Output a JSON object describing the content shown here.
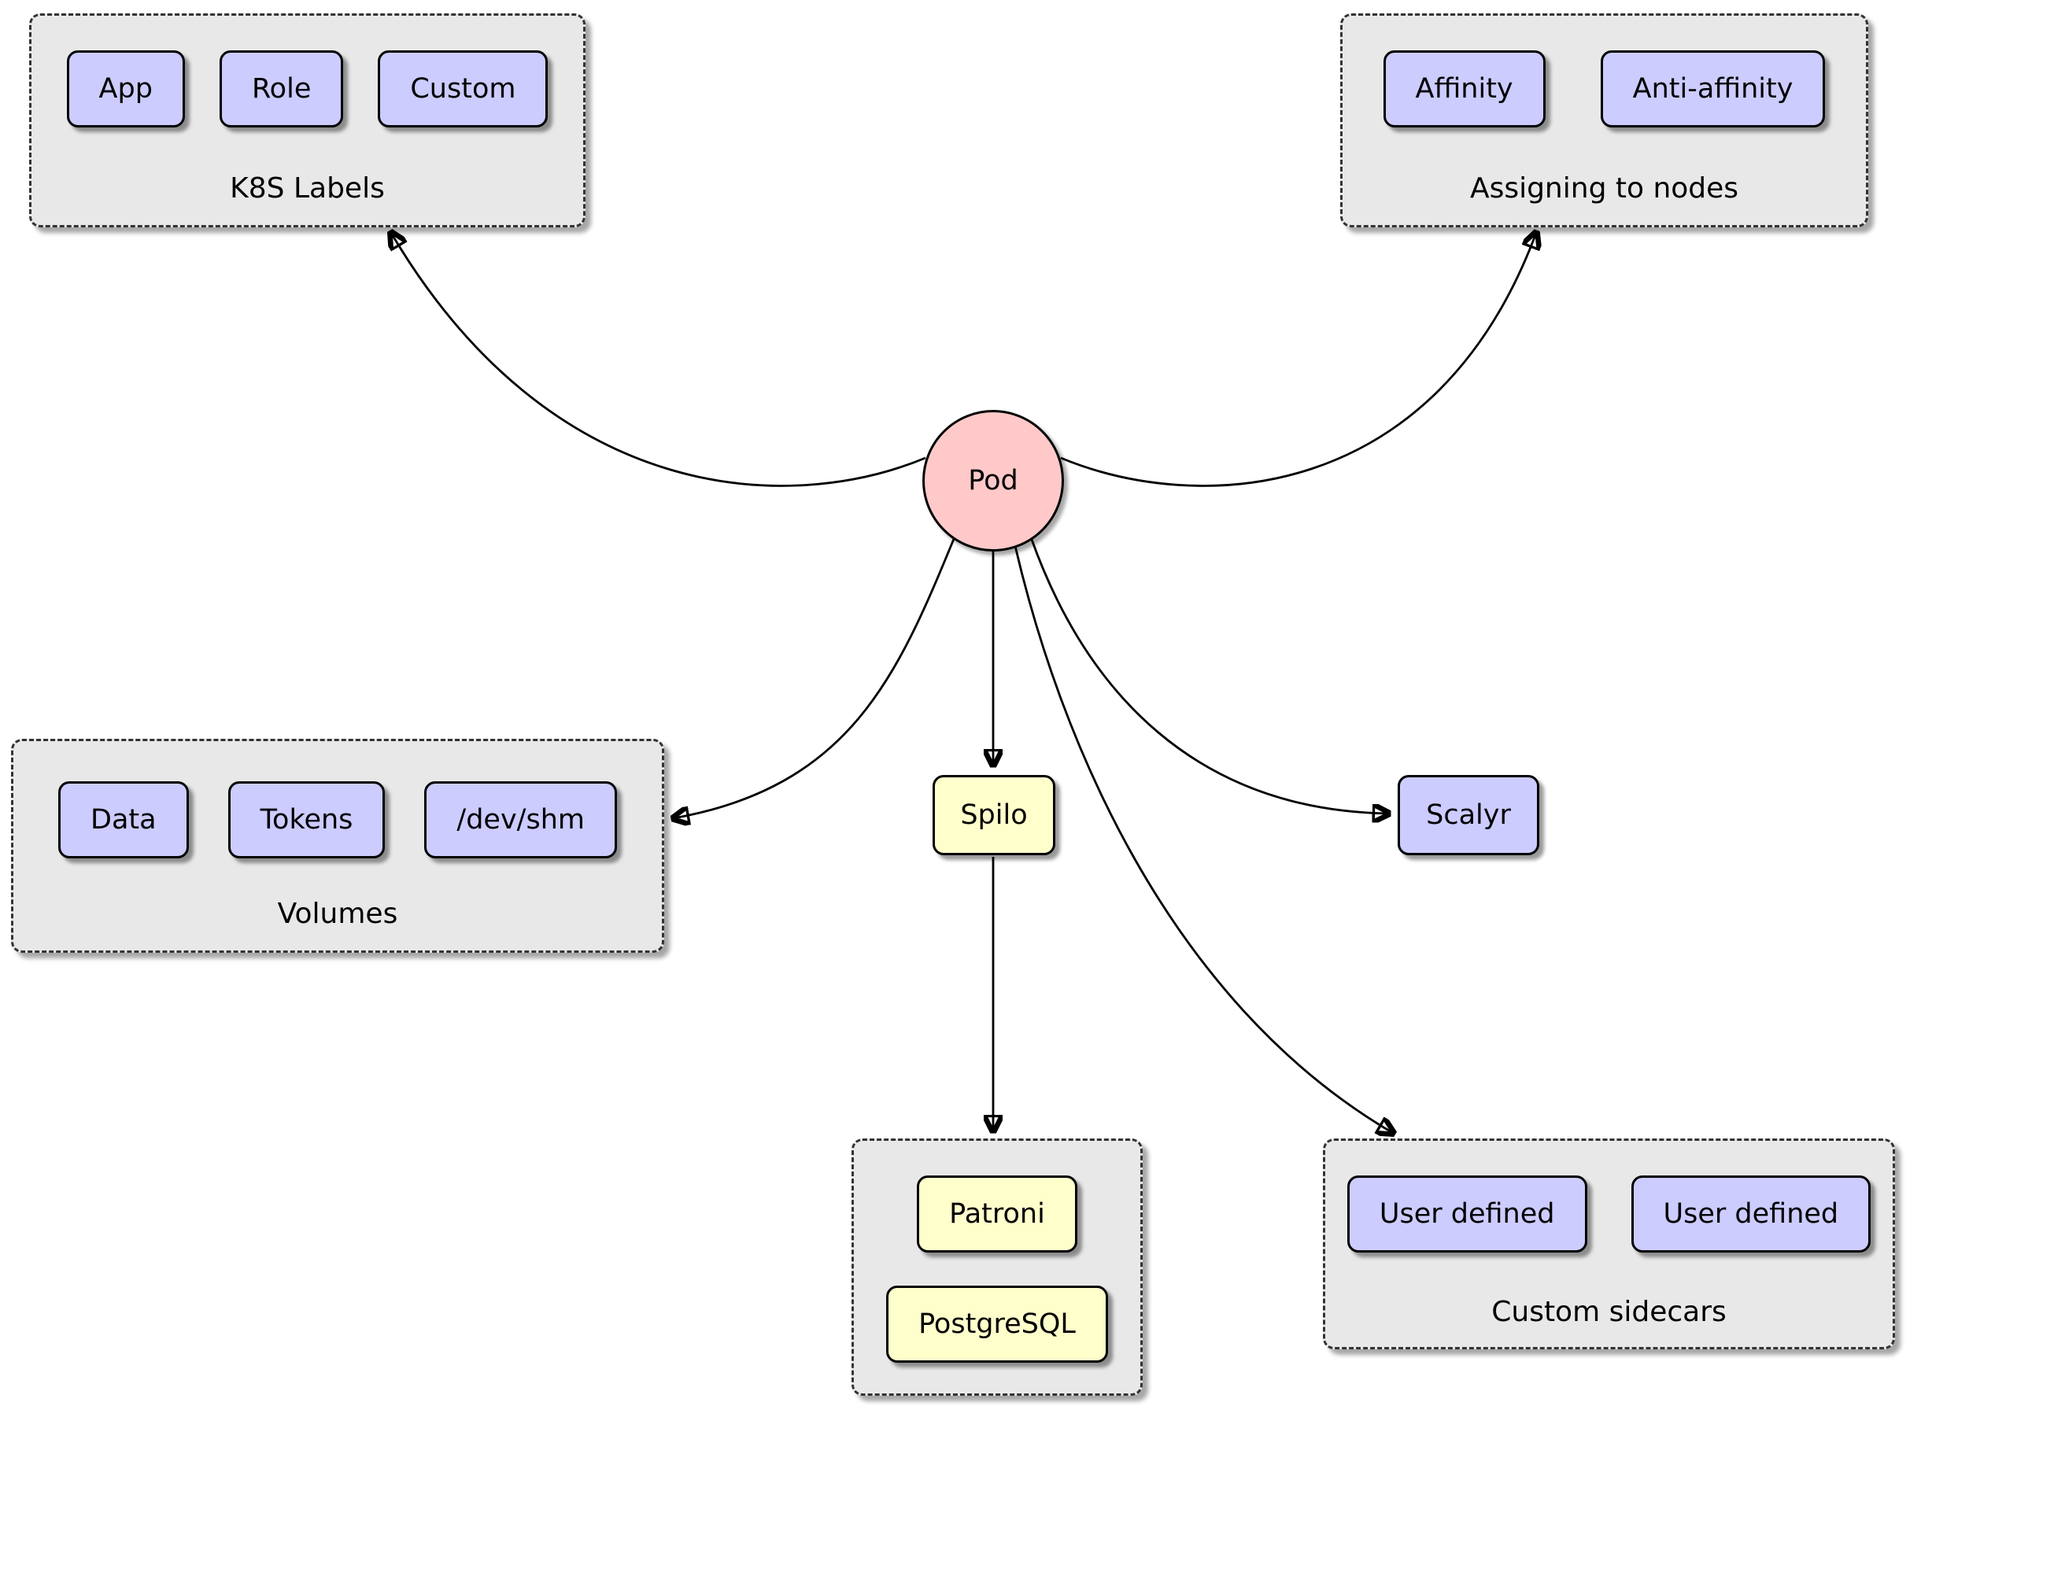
{
  "pod": {
    "label": "Pod"
  },
  "k8s_labels": {
    "caption": "K8S Labels",
    "items": [
      "App",
      "Role",
      "Custom"
    ]
  },
  "assigning_nodes": {
    "caption": "Assigning to nodes",
    "items": [
      "Affinity",
      "Anti-affinity"
    ]
  },
  "volumes": {
    "caption": "Volumes",
    "items": [
      "Data",
      "Tokens",
      "/dev/shm"
    ]
  },
  "spilo": {
    "label": "Spilo"
  },
  "scalyr": {
    "label": "Scalyr"
  },
  "spilo_stack": {
    "items": [
      "Patroni",
      "PostgreSQL"
    ]
  },
  "custom_sidecars": {
    "caption": "Custom sidecars",
    "items": [
      "User defined",
      "User defined"
    ]
  },
  "colors": {
    "node_purple": "#ccccff",
    "node_yellow": "#ffffcc",
    "pod_pink": "#ffc9c9",
    "container_gray": "#e8e8e8"
  }
}
